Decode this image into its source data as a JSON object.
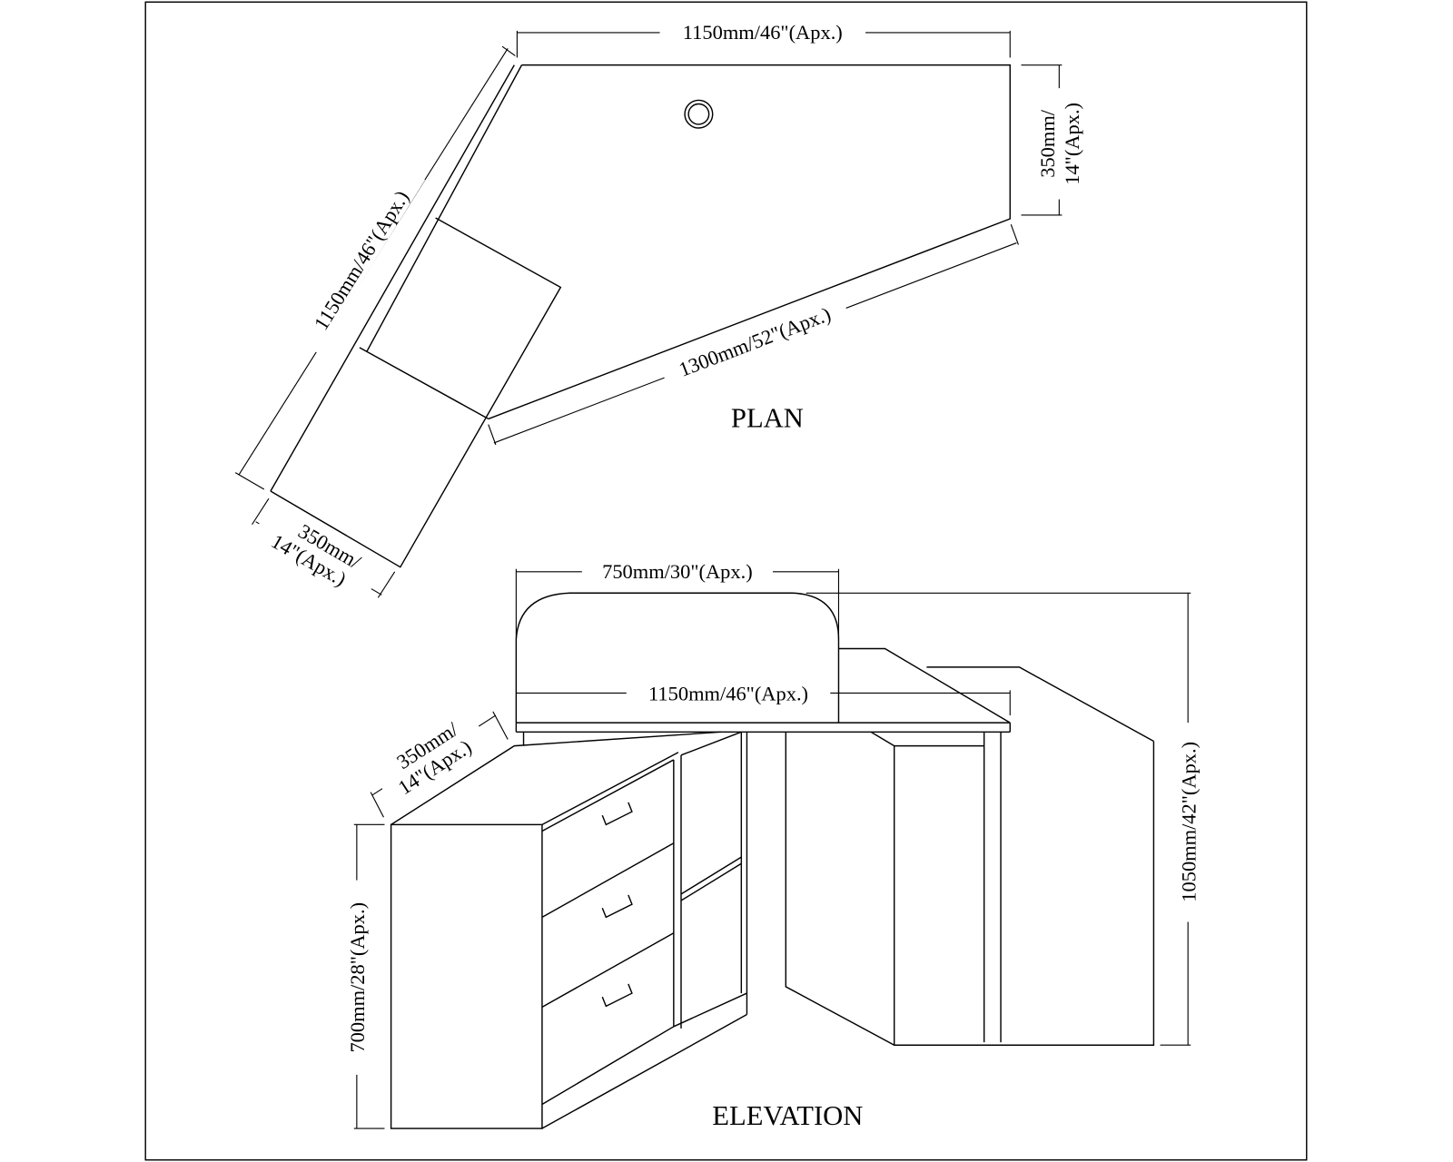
{
  "colors": {
    "line": "#000000",
    "background": "#ffffff"
  },
  "plan": {
    "title": "PLAN",
    "dim_top_width": "1150mm/46\"(Apx.)",
    "dim_right_depth_1": "350mm/",
    "dim_right_depth_2": "14\"(Apx.)",
    "dim_diagonal": "1300mm/52\"(Apx.)",
    "dim_left_length": "1150mm/46\"(Apx.)",
    "dim_left_depth_1": "350mm/",
    "dim_left_depth_2": "14\"(Apx.)"
  },
  "elevation": {
    "title": "ELEVATION",
    "dim_chair_width": "750mm/30\"(Apx.)",
    "dim_desk_width": "1150mm/46\"(Apx.)",
    "dim_pedestal_depth_1": "350mm/",
    "dim_pedestal_depth_2": "14\"(Apx.)",
    "dim_pedestal_height": "700mm/28\"(Apx.)",
    "dim_total_height": "1050mm/42\"(Apx.)"
  }
}
